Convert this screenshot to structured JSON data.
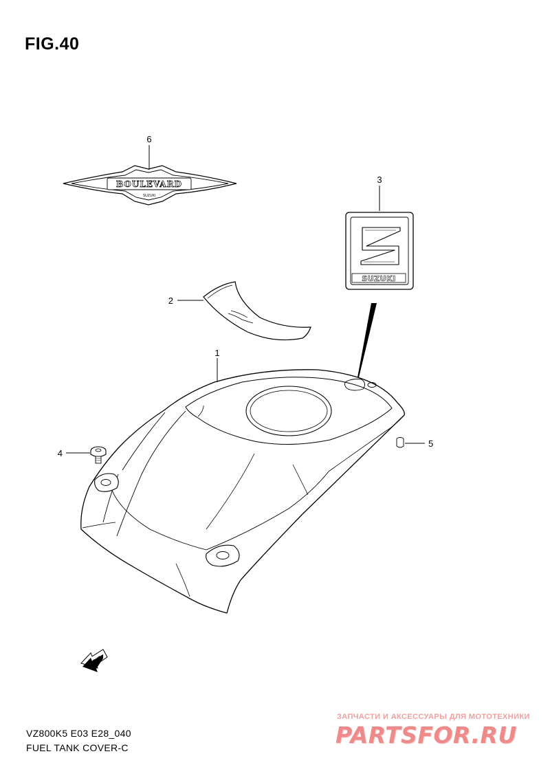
{
  "figure": {
    "title": "FIG.40"
  },
  "callouts": [
    {
      "id": "1",
      "label": "1"
    },
    {
      "id": "2",
      "label": "2"
    },
    {
      "id": "3",
      "label": "3"
    },
    {
      "id": "4",
      "label": "4"
    },
    {
      "id": "5",
      "label": "5"
    },
    {
      "id": "6",
      "label": "6"
    }
  ],
  "parts": {
    "emblem_text": "BOULEVARD",
    "emblem_subtext": "SUZUKI",
    "badge_text": "SUZUKI",
    "fwd_text": "FWD"
  },
  "footer": {
    "code": "VZ800K5 E03 E28_040",
    "name": "FUEL TANK COVER-C"
  },
  "watermark": {
    "tagline": "ЗАПЧАСТИ И АКСЕССУАРЫ ДЛЯ МОТОТЕХНИКИ",
    "brand": "PARTSFOR.RU",
    "color": "#ee8a8a"
  }
}
